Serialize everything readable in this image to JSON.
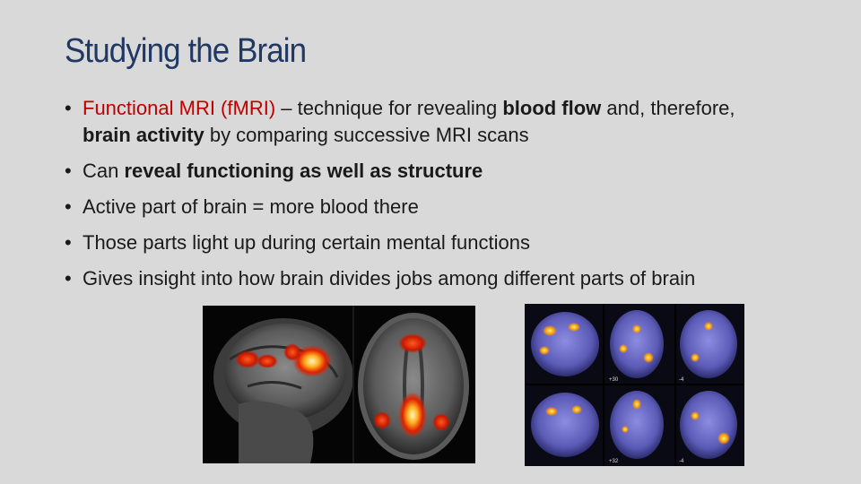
{
  "slide": {
    "title": "Studying the Brain",
    "bullets": [
      {
        "parts": [
          {
            "text": "Functional MRI (f",
            "style": "red"
          },
          {
            "text": "MRI)",
            "style": "red"
          },
          {
            "text": " – technique for revealing ",
            "style": "plain"
          },
          {
            "text": "blood flow",
            "style": "bold"
          },
          {
            "text": " and, therefore, ",
            "style": "plain"
          },
          {
            "text": "brain activity",
            "style": "bold"
          },
          {
            "text": " by comparing successive MRI scans",
            "style": "plain"
          }
        ]
      },
      {
        "parts": [
          {
            "text": "Can ",
            "style": "plain"
          },
          {
            "text": "reveal functioning as well as structure",
            "style": "bold"
          }
        ]
      },
      {
        "parts": [
          {
            "text": "Active part of brain = more blood there",
            "style": "plain"
          }
        ]
      },
      {
        "parts": [
          {
            "text": "Those parts light up during certain mental functions",
            "style": "plain"
          }
        ]
      },
      {
        "parts": [
          {
            "text": "Gives insight into how brain divides jobs among different parts of brain",
            "style": "plain"
          }
        ]
      }
    ],
    "bullet_glyph": "•",
    "colors": {
      "title": "#1f3864",
      "highlight": "#c00000",
      "background": "#d9d9d9"
    },
    "images": {
      "left": {
        "name": "fmri-activation-scans-red"
      },
      "right": {
        "name": "fmri-activation-scans-blue",
        "slice_labels": [
          "+30",
          "-4",
          "+32",
          "-4"
        ]
      }
    }
  }
}
